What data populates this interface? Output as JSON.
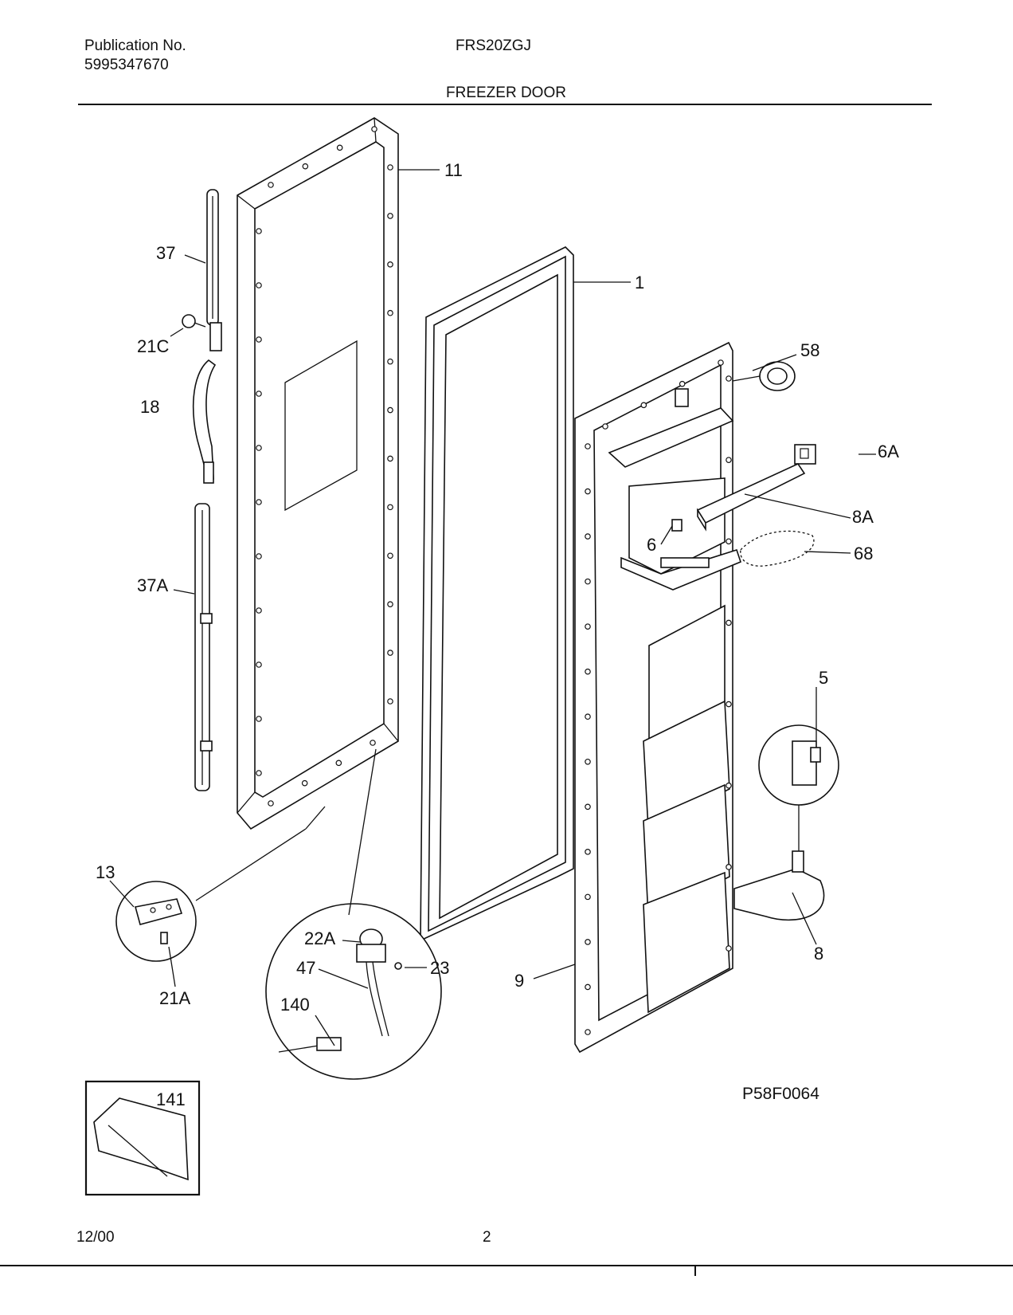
{
  "header": {
    "publication_label": "Publication No.",
    "publication_number": "5995347670",
    "model": "FRS20ZGJ",
    "section_title": "FREEZER DOOR"
  },
  "footer": {
    "date": "12/00",
    "page": "2"
  },
  "figure_code": "P58F0064",
  "callouts": {
    "c11": "11",
    "c37": "37",
    "c21C": "21C",
    "c18": "18",
    "c37A": "37A",
    "c1": "1",
    "c58": "58",
    "c6A": "6A",
    "c8A": "8A",
    "c6": "6",
    "c68": "68",
    "c5": "5",
    "c8": "8",
    "c9": "9",
    "c13": "13",
    "c21A": "21A",
    "c22A": "22A",
    "c47": "47",
    "c23": "23",
    "c140": "140",
    "c141": "141"
  }
}
